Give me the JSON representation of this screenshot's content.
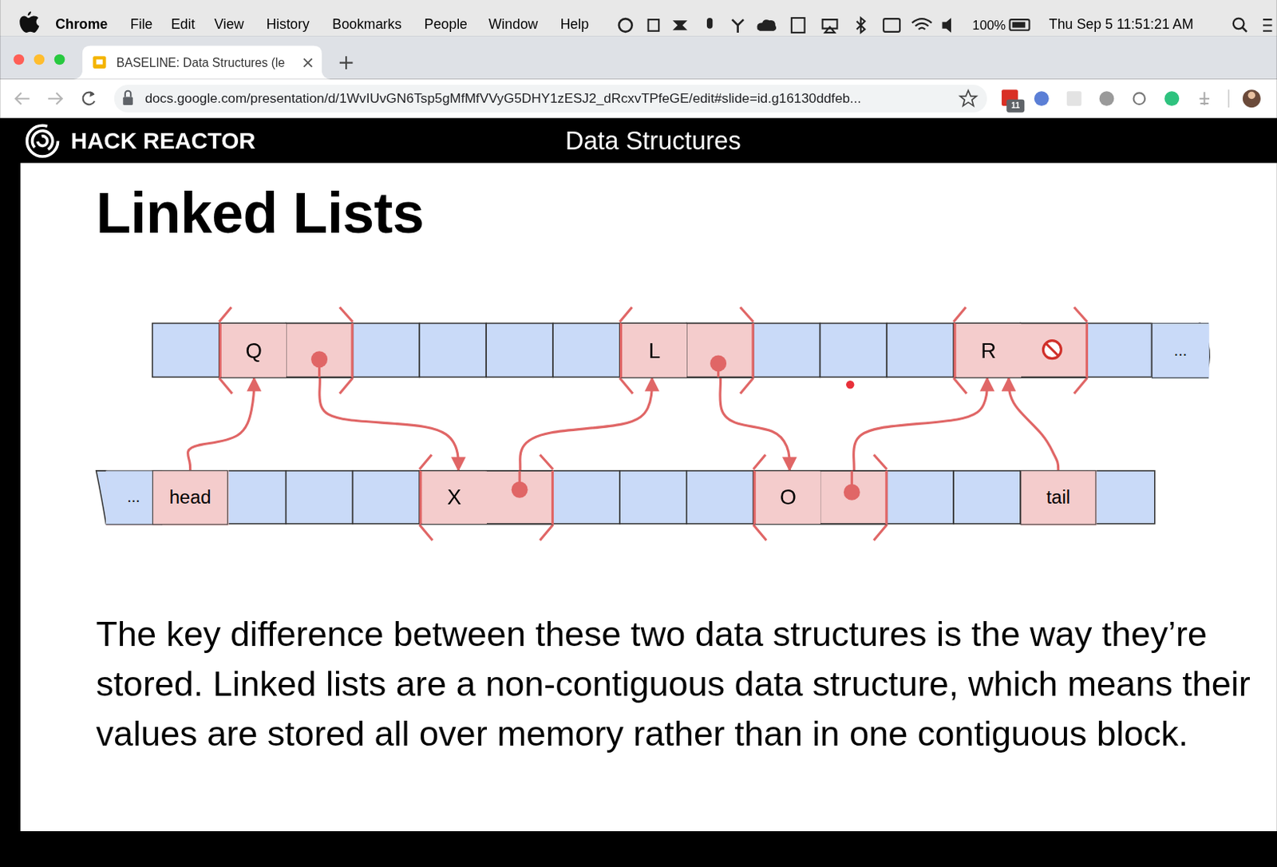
{
  "diagram": {
    "title": "Linked Lists",
    "caption": "The key difference between these two data structures is the way they’re stored. Linked lists are a non-contiguous data structure, which means their values are stored all over memory rather than in one contiguous block.",
    "nodes": [
      {
        "text": [
          "Q"
        ]
      },
      {
        "text": [
          "L"
        ]
      },
      {
        "text": [
          "R"
        ]
      },
      {
        "text": [
          "..."
        ]
      },
      {
        "text": [
          "..."
        ]
      },
      {
        "text": [
          "head"
        ]
      },
      {
        "text": [
          "X"
        ]
      },
      {
        "text": [
          "O"
        ]
      },
      {
        "text": [
          "tail"
        ]
      }
    ],
    "edges": [
      {
        "from": 5,
        "to": 0,
        "arrow": "to"
      },
      {
        "from": 0,
        "to": 6,
        "arrow": "to"
      },
      {
        "from": 6,
        "to": 1,
        "arrow": "to"
      },
      {
        "from": 1,
        "to": 7,
        "arrow": "to"
      },
      {
        "from": 7,
        "to": 2,
        "arrow": "to"
      },
      {
        "from": 8,
        "to": 2,
        "arrow": "to"
      }
    ],
    "labels": [
      "Chrome",
      "File",
      "Edit",
      "View",
      "History",
      "Bookmarks",
      "People",
      "Window",
      "Help",
      "100%",
      "Thu Sep 5 11:51:21 AM",
      "BASELINE: Data Structures (le",
      "docs.google.com/presentation/d/1WvIUvGN6Tsp5gMfMfVVyG5DHY1zESJ2_dRcxvTPfeGE/edit#slide=id.g16130ddfeb...",
      "11",
      "HACK REACTOR",
      "Data Structures"
    ]
  }
}
